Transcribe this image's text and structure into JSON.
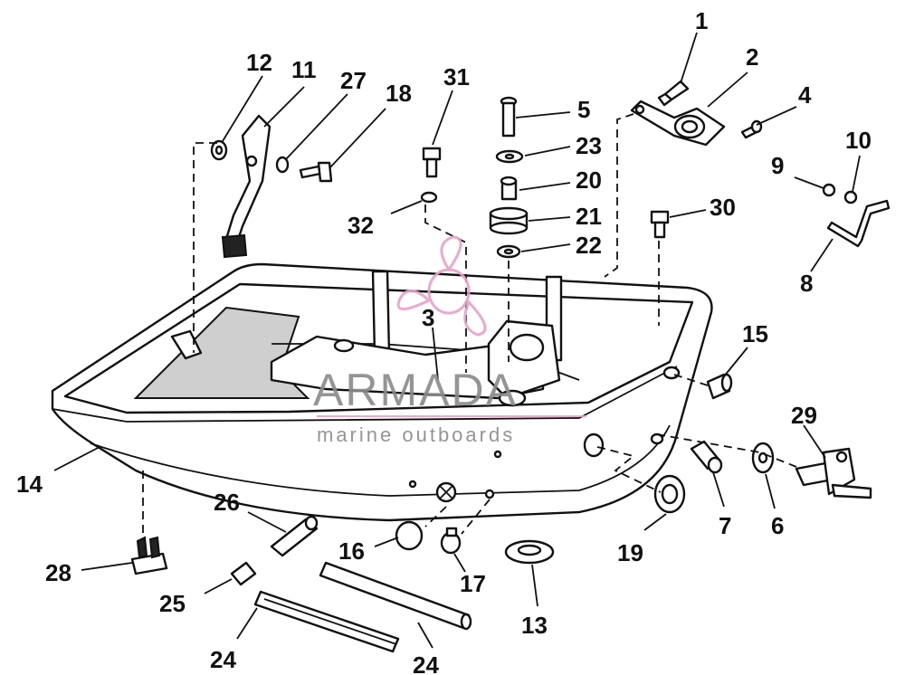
{
  "callouts": [
    {
      "id": "1",
      "label": "1"
    },
    {
      "id": "2",
      "label": "2"
    },
    {
      "id": "3",
      "label": "3"
    },
    {
      "id": "4",
      "label": "4"
    },
    {
      "id": "5",
      "label": "5"
    },
    {
      "id": "6",
      "label": "6"
    },
    {
      "id": "7",
      "label": "7"
    },
    {
      "id": "8",
      "label": "8"
    },
    {
      "id": "9",
      "label": "9"
    },
    {
      "id": "10",
      "label": "10"
    },
    {
      "id": "11",
      "label": "11"
    },
    {
      "id": "12",
      "label": "12"
    },
    {
      "id": "13",
      "label": "13"
    },
    {
      "id": "14",
      "label": "14"
    },
    {
      "id": "15",
      "label": "15"
    },
    {
      "id": "16",
      "label": "16"
    },
    {
      "id": "17",
      "label": "17"
    },
    {
      "id": "18",
      "label": "18"
    },
    {
      "id": "19",
      "label": "19"
    },
    {
      "id": "20",
      "label": "20"
    },
    {
      "id": "21",
      "label": "21"
    },
    {
      "id": "22",
      "label": "22"
    },
    {
      "id": "23",
      "label": "23"
    },
    {
      "id": "24a",
      "label": "24"
    },
    {
      "id": "24b",
      "label": "24"
    },
    {
      "id": "25",
      "label": "25"
    },
    {
      "id": "26",
      "label": "26"
    },
    {
      "id": "27",
      "label": "27"
    },
    {
      "id": "28",
      "label": "28"
    },
    {
      "id": "29",
      "label": "29"
    },
    {
      "id": "30",
      "label": "30"
    },
    {
      "id": "31",
      "label": "31"
    },
    {
      "id": "32",
      "label": "32"
    }
  ],
  "watermark": {
    "title": "ARMADA",
    "subtitle": "marine outboards",
    "text_color": "#8a8a8a",
    "logo_color": "#e8a0c8"
  }
}
